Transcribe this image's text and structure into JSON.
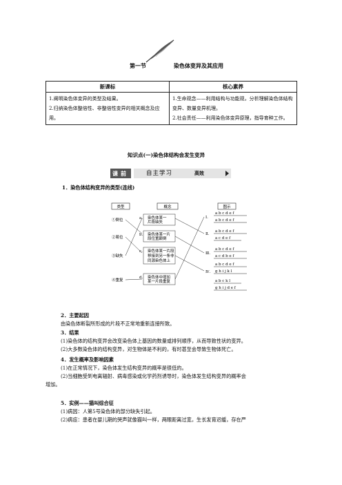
{
  "header": {
    "section": "第一节",
    "title": "染色体变异及其应用"
  },
  "standards_table": {
    "col1_header": "新课标",
    "col2_header": "核心素养",
    "col1_lines": [
      "1.阐明染色体变异的类型及结果。",
      "2.归纳染色体整倍性、非整倍性变异的相关概念及应用。"
    ],
    "col2_lines": [
      "1.生命观念——利用结构与功能观，分析理解染色体结构变异、数量变异机理。",
      "2.社会责任——利用染色体变异原理，指导育种工作。"
    ]
  },
  "knowledge_point_title": "知识点(一)染色体结构会发生变异",
  "banner": {
    "left_label": "课前",
    "middle_label": "自主学习",
    "right_label": "高效"
  },
  "section1_title": "1．染色体结构变异的类型(连线)",
  "diagram": {
    "col_headers": [
      "类型",
      "概念",
      "图示"
    ],
    "types": [
      "①倒位",
      "②易位",
      "③缺失",
      "④重复"
    ],
    "concepts": [
      {
        "letter": "a.",
        "lines": [
          "染色体某一",
          "片段缺失"
        ]
      },
      {
        "letter": "b.",
        "lines": [
          "染色体某一片",
          "段位置颠倒"
        ]
      },
      {
        "letter": "c.",
        "lines": [
          "染色体某一片段",
          "移接到另一条非",
          "同源染色体上"
        ]
      },
      {
        "letter": "d.",
        "lines": [
          "染色体中增加",
          "某一片段重复"
        ]
      }
    ],
    "roman": [
      "Ⅰ.",
      "Ⅱ.",
      "Ⅲ.",
      "Ⅳ."
    ],
    "chromosomes": [
      [
        "a b c  d e f",
        "a b c  d e f"
      ],
      [
        "a b c  d e f",
        "a c  d e f"
      ],
      [
        "a b c  d e f",
        "a c d  b e f"
      ],
      [
        "a b c  d e f",
        "g h  i j k l",
        "a b c  k l",
        "g h  i j d e f"
      ]
    ]
  },
  "sections": [
    {
      "title": "2．主要起因",
      "lines": [
        "由染色体断裂所形成的片段不正常地重新连接所致。"
      ]
    },
    {
      "title": "3．结果",
      "lines": [
        "(1)染色体的结构变异会改变染色体上基因的数量或排列顺序，从而导致性状的变异。",
        "(2)大多数染色体的结构变异，对生物体是不利的，有时甚至会导致生物体死亡。"
      ]
    },
    {
      "title": "4．发生概率及影响因素",
      "lines": [
        "(1)在正常情况下，染色体发生结构变异的概率是很低的。",
        "(2)当细胞受到电离辐射、病毒感染或化学药剂诱导时，染色体发生结构变异的概率会",
        "增加。"
      ]
    },
    {
      "title": "5．实例——猫叫综合征",
      "lines": [
        "(1)病因：人第5号染色体的部分缺失引起。",
        "(2)病症：患者在婴儿期的哭声就像猫叫一样，两眼距离过宽，生长发育迟缓，存在严"
      ]
    }
  ]
}
